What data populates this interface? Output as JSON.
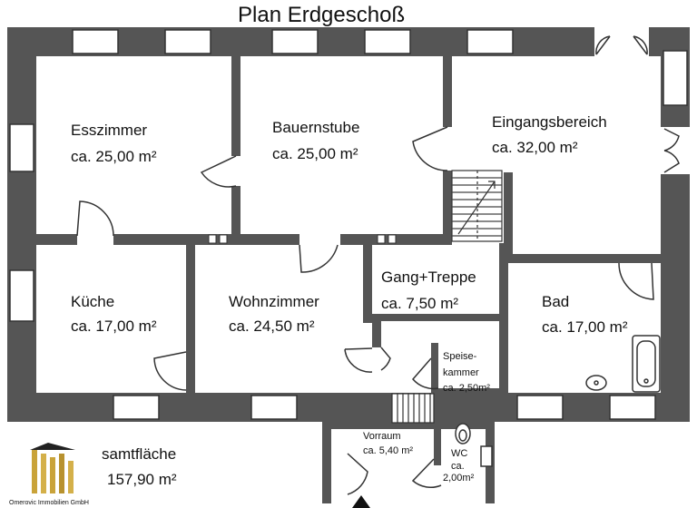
{
  "plan": {
    "title": "Plan Erdgeschoß",
    "total": {
      "label": "samtfläche",
      "value": "157,90 m²"
    },
    "logo_caption": "Omerovic Immobilien GmbH",
    "rooms": {
      "esszimmer": {
        "name": "Esszimmer",
        "area": "ca. 25,00 m²"
      },
      "bauernstube": {
        "name": "Bauernstube",
        "area": "ca. 25,00 m²"
      },
      "eingangsbereich": {
        "name": "Eingangsbereich",
        "area": "ca. 32,00 m²"
      },
      "kueche": {
        "name": "Küche",
        "area": "ca. 17,00 m²"
      },
      "wohnzimmer": {
        "name": "Wohnzimmer",
        "area": "ca. 24,50 m²"
      },
      "gang": {
        "name": "Gang+Treppe",
        "area": "ca. 7,50 m²"
      },
      "bad": {
        "name": "Bad",
        "area": "ca. 17,00 m²"
      },
      "speisekammer": {
        "name1": "Speise-",
        "name2": "kammer",
        "area": "ca. 2,50m²"
      },
      "vorraum": {
        "name": "Vorraum",
        "area": "ca. 5,40 m²"
      },
      "wc": {
        "name": "WC",
        "area1": "ca.",
        "area2": "2,00m²"
      }
    }
  }
}
